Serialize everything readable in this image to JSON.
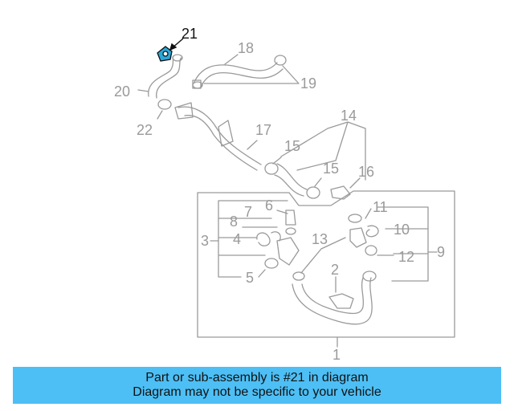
{
  "labels": {
    "l1": "1",
    "l2": "2",
    "l3": "3",
    "l4": "4",
    "l5": "5",
    "l6": "6",
    "l7": "7",
    "l8": "8",
    "l9": "9",
    "l10": "10",
    "l11": "11",
    "l12": "12",
    "l13": "13",
    "l14": "14",
    "l15a": "15",
    "l15b": "15",
    "l16": "16",
    "l17": "17",
    "l18": "18",
    "l19": "19",
    "l20": "20",
    "l21": "21",
    "l22": "22"
  },
  "banner": {
    "line1": "Part or sub-assembly is #21 in diagram",
    "line2": "Diagram may not be specific to your vehicle"
  },
  "colors": {
    "highlight_part": "#2aa7d9",
    "banner_bg": "#4dbff5",
    "diagram_line": "#9a9a9a"
  }
}
